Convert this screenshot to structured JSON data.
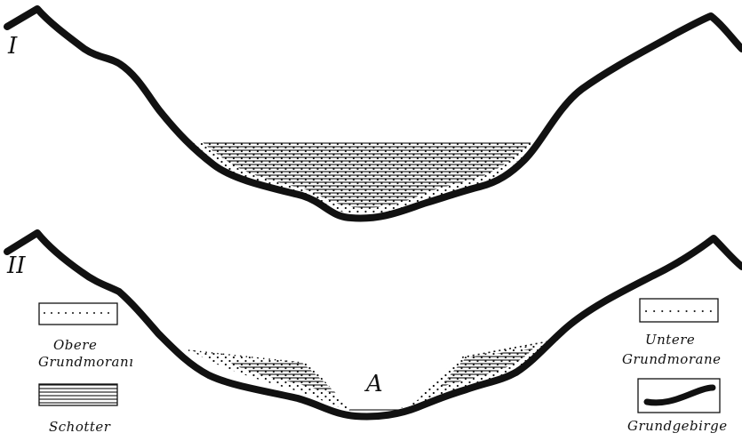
{
  "profiles": [
    {
      "id": "I",
      "label": "I"
    },
    {
      "id": "II",
      "label": "II"
    }
  ],
  "annotation": {
    "label": "A"
  },
  "legend": [
    {
      "key": "obere-grundmorane",
      "line1": "Obere",
      "line2": "Grundmoranı"
    },
    {
      "key": "schotter",
      "line1": "Schotter",
      "line2": ""
    },
    {
      "key": "untere-grundmorane",
      "line1": "Untere",
      "line2": "Grundmorane"
    },
    {
      "key": "grundgebirge",
      "line1": "Grundgebirge",
      "line2": ""
    }
  ],
  "colors": {
    "ink": "#111111",
    "paper": "#ffffff"
  }
}
